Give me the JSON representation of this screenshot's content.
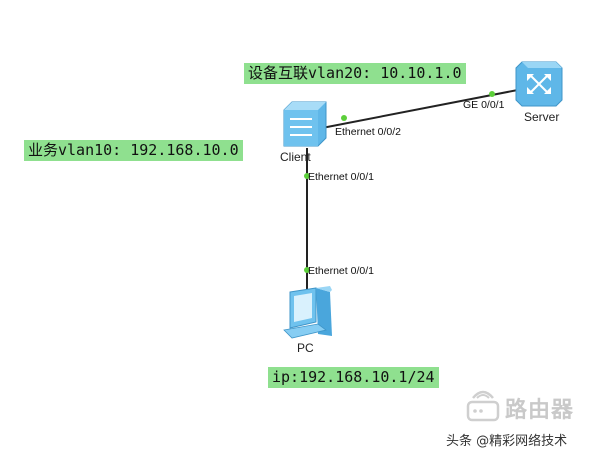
{
  "vlan20_label": "设备互联vlan20: 10.10.1.0",
  "vlan10_label": "业务vlan10: 192.168.10.0",
  "pc_ip_label": "ip:192.168.10.1/24",
  "devices": {
    "server": "Server",
    "client": "Client",
    "pc": "PC"
  },
  "ports": {
    "server_ge": "GE 0/0/1",
    "client_eth2": "Ethernet 0/0/2",
    "client_eth1": "Ethernet 0/0/1",
    "pc_eth1": "Ethernet 0/0/1"
  },
  "watermark": {
    "text": "路由器",
    "credit": "头条 @精彩网络技术"
  },
  "colors": {
    "label_bg": "#8fe08f",
    "link": "#222222",
    "port_dot": "#5ccf3a",
    "device_blue": "#5fb7e8"
  }
}
